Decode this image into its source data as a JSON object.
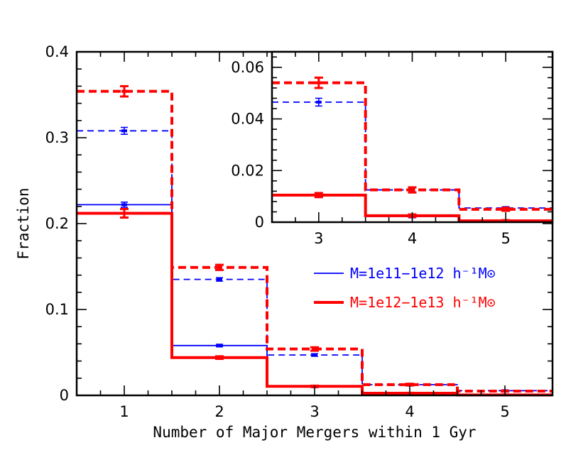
{
  "chart_data": [
    {
      "type": "histogram",
      "xlabel": "Number of Major Mergers within 1 Gyr",
      "ylabel": "Fraction",
      "xlim": [
        0.5,
        5.5
      ],
      "ylim": [
        0,
        0.4
      ],
      "xticks": [
        1,
        2,
        3,
        4,
        5
      ],
      "xtick_labels": [
        "1",
        "2",
        "3",
        "4",
        "5"
      ],
      "yticks": [
        0,
        0.1,
        0.2,
        0.3,
        0.4
      ],
      "ytick_labels": [
        "0",
        "0.1",
        "0.2",
        "0.3",
        "0.4"
      ],
      "series": [
        {
          "line": "solid",
          "width": "thin",
          "color": "#0000ff",
          "x": [
            1,
            2,
            3,
            4,
            5
          ],
          "values": [
            0.222,
            0.058,
            0.01,
            0.002,
            0.0005
          ],
          "errors": [
            0.003,
            0.0015,
            0.0008,
            0.0005,
            0.0003
          ]
        },
        {
          "line": "dashed",
          "width": "thin",
          "color": "#0000ff",
          "x": [
            1,
            2,
            3,
            4,
            5
          ],
          "values": [
            0.308,
            0.135,
            0.047,
            0.0125,
            0.0055
          ],
          "errors": [
            0.004,
            0.002,
            0.0015,
            0.0008,
            0.0005
          ]
        },
        {
          "line": "solid",
          "width": "thick",
          "color": "#ff0000",
          "x": [
            1,
            2,
            3,
            4,
            5
          ],
          "values": [
            0.212,
            0.044,
            0.0105,
            0.0025,
            0.0005
          ],
          "errors": [
            0.005,
            0.0015,
            0.0008,
            0.0005,
            0.0003
          ]
        },
        {
          "line": "dashed",
          "width": "thick",
          "color": "#ff0000",
          "x": [
            1,
            2,
            3,
            4,
            5
          ],
          "values": [
            0.354,
            0.149,
            0.054,
            0.0125,
            0.005
          ],
          "errors": [
            0.006,
            0.003,
            0.002,
            0.001,
            0.0006
          ]
        }
      ],
      "legend": {
        "position": "right-middle",
        "entries": [
          {
            "label": "M=1e11−1e12 h⁻¹M⊙",
            "color": "#0000ff",
            "line": "solid",
            "width": "thin"
          },
          {
            "label": "M=1e12−1e13 h⁻¹M⊙",
            "color": "#ff0000",
            "line": "solid",
            "width": "thick"
          }
        ]
      }
    },
    {
      "type": "histogram",
      "panel": "inset",
      "xlim": [
        2.5,
        5.5
      ],
      "ylim": [
        0,
        0.066
      ],
      "xticks": [
        3,
        4,
        5
      ],
      "xtick_labels": [
        "3",
        "4",
        "5"
      ],
      "yticks": [
        0,
        0.02,
        0.04,
        0.06
      ],
      "ytick_labels": [
        "0",
        "0.02",
        "0.04",
        "0.06"
      ],
      "series": [
        {
          "line": "solid",
          "width": "thin",
          "color": "#0000ff",
          "x": [
            3,
            4,
            5
          ],
          "values": [
            0.0105,
            0.0022,
            0.0005
          ],
          "errors": [
            0.0008,
            0.0005,
            0.0003
          ]
        },
        {
          "line": "dashed",
          "width": "thin",
          "color": "#0000ff",
          "x": [
            3,
            4,
            5
          ],
          "values": [
            0.0465,
            0.0125,
            0.0055
          ],
          "errors": [
            0.0015,
            0.0008,
            0.0005
          ]
        },
        {
          "line": "solid",
          "width": "thick",
          "color": "#ff0000",
          "x": [
            3,
            4,
            5
          ],
          "values": [
            0.0105,
            0.0025,
            0.0005
          ],
          "errors": [
            0.0008,
            0.0005,
            0.0003
          ]
        },
        {
          "line": "dashed",
          "width": "thick",
          "color": "#ff0000",
          "x": [
            3,
            4,
            5
          ],
          "values": [
            0.054,
            0.0125,
            0.005
          ],
          "errors": [
            0.002,
            0.001,
            0.0006
          ]
        }
      ]
    }
  ]
}
